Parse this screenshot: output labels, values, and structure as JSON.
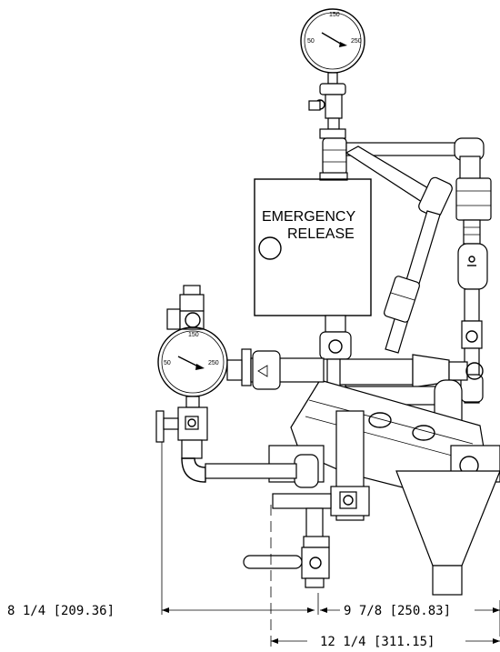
{
  "panel": {
    "line1": "EMERGENCY",
    "line2": "RELEASE"
  },
  "gauge_top": {
    "left": "50",
    "top": "150",
    "right": "250"
  },
  "gauge_left": {
    "left": "50",
    "top": "150",
    "right": "250"
  },
  "dimensions": {
    "left": "8 1/4 [209.36]",
    "right": "9 7/8 [250.83]",
    "bottom": "12 1/4 [311.15]"
  }
}
